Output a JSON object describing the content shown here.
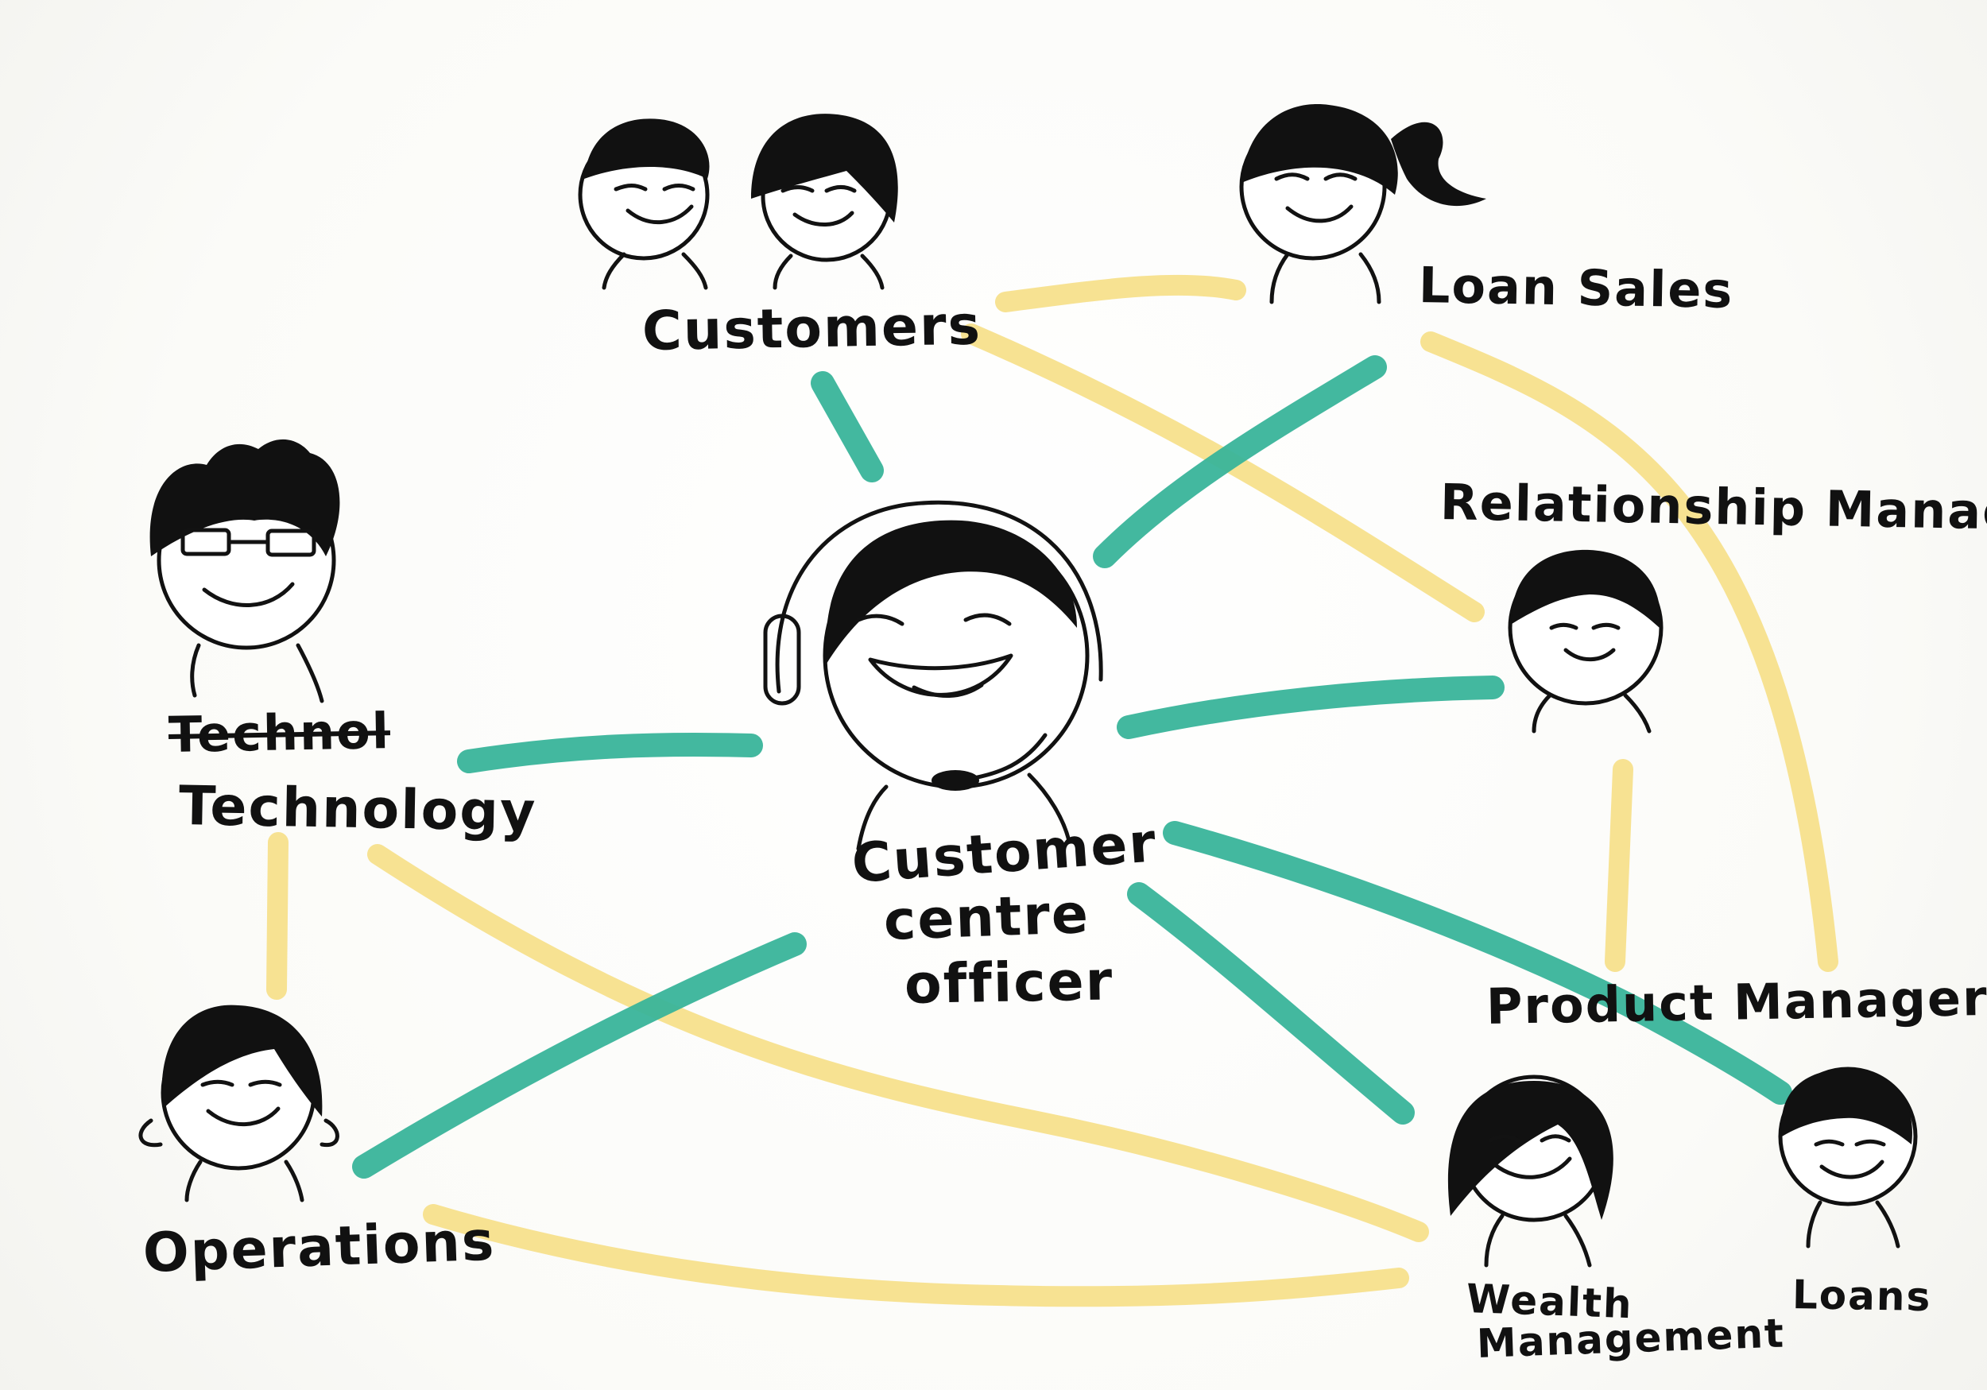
{
  "labels": {
    "customers": "Customers",
    "loan_sales": "Loan Sales",
    "relationship_manager": "Relationship Manager",
    "technology_crossed": "Technol",
    "technology": "Technology",
    "customer_centre_officer_line1": "Customer",
    "customer_centre_officer_line2": "centre",
    "customer_centre_officer_line3": "officer",
    "product_managers": "Product Managers",
    "operations": "Operations",
    "wealth_management_line1": "Wealth",
    "wealth_management_line2": "Management",
    "loans": "Loans"
  },
  "colors": {
    "paper": "#fbfbf8",
    "ink": "#121212",
    "teal": "#39b49a",
    "yellow": "#f6df86"
  }
}
